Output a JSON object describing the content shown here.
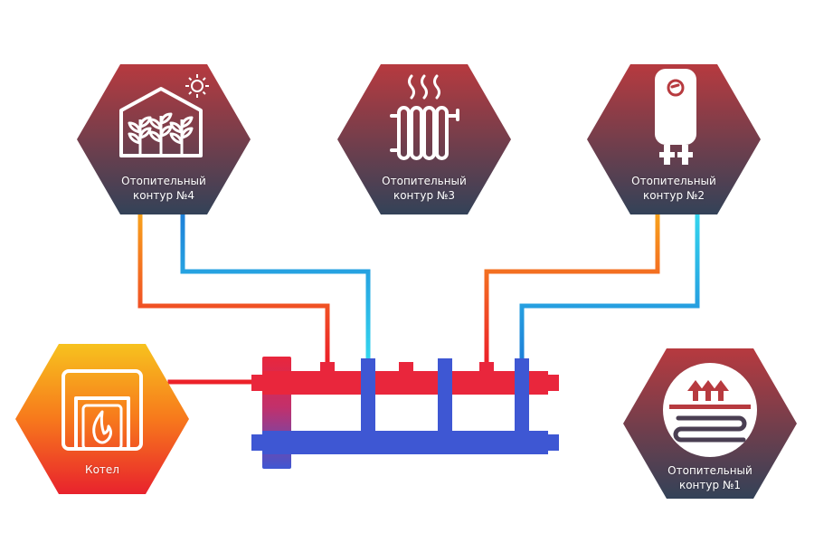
{
  "colors": {
    "hex_top": "#b73a3f",
    "hex_bottom": "#334258",
    "boiler_top": "#f7c21e",
    "boiler_mid": "#f7791c",
    "boiler_bottom": "#e8222d",
    "hot": "#ec2229",
    "warm": "#f8a31c",
    "cold": "#1d7fd8",
    "cyan": "#34d6ee",
    "collector_red": "#e9263c",
    "collector_blue": "#3e57d3",
    "icon": "#ffffff"
  },
  "nodes": [
    {
      "id": "circuit4",
      "icon": "greenhouse-icon",
      "line1": "Отопительный",
      "line2": "контур  №4"
    },
    {
      "id": "circuit3",
      "icon": "radiator-icon",
      "line1": "Отопительный",
      "line2": "контур  №3"
    },
    {
      "id": "circuit2",
      "icon": "water-heater-icon",
      "line1": "Отопительный",
      "line2": "контур  №2"
    },
    {
      "id": "boiler",
      "icon": "boiler-icon",
      "line1": "Котел",
      "line2": ""
    },
    {
      "id": "circuit1",
      "icon": "floor-heating-icon",
      "line1": "Отопительный",
      "line2": "контур  №1"
    }
  ],
  "collector": {
    "icon": "hydraulic-collector-icon"
  }
}
